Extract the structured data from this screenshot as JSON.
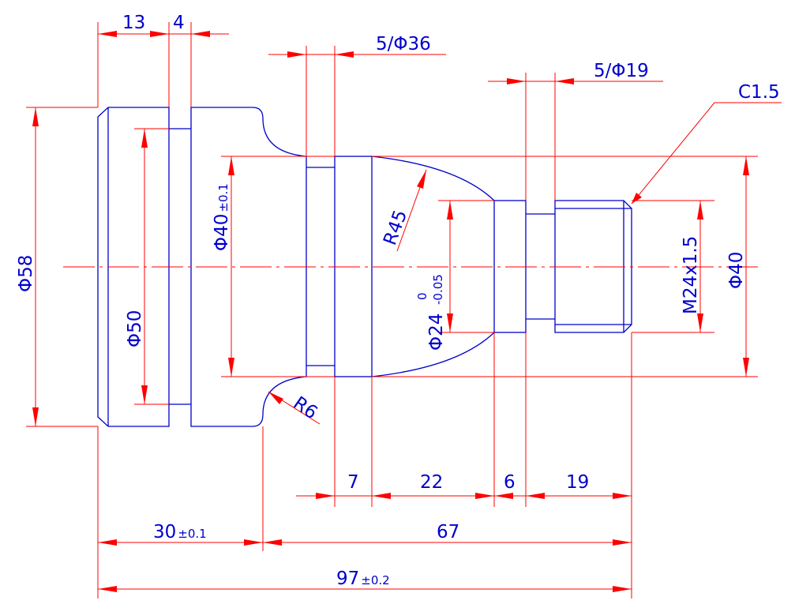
{
  "drawing": {
    "type": "lathe part dimension drawing",
    "colors": {
      "part_outline": "#0000cc",
      "dimension_lines": "#ff0000",
      "text": "#0000cc",
      "background": "#ffffff"
    },
    "dimensions": {
      "d13": "13",
      "d4": "4",
      "groove1_main": "5/",
      "groove1_dia": "Φ36",
      "groove2_main": "5/",
      "groove2_dia": "Φ19",
      "chamfer": "C1.5",
      "dia58": "Φ58",
      "dia50": "Φ50",
      "dia40_left_main": "Φ40",
      "dia40_left_tol": "±0.1",
      "r45": "R45",
      "dia24_main": "Φ24",
      "dia24_tol_upper": "0",
      "dia24_tol_lower": "-0.05",
      "thread": "M24x1.5",
      "dia40_right": "Φ40",
      "r6": "R6",
      "d7": "7",
      "d22": "22",
      "d6": "6",
      "d19": "19",
      "d30_main": "30",
      "d30_tol": "±0.1",
      "d67": "67",
      "d97_main": "97",
      "d97_tol": "±0.2"
    }
  }
}
